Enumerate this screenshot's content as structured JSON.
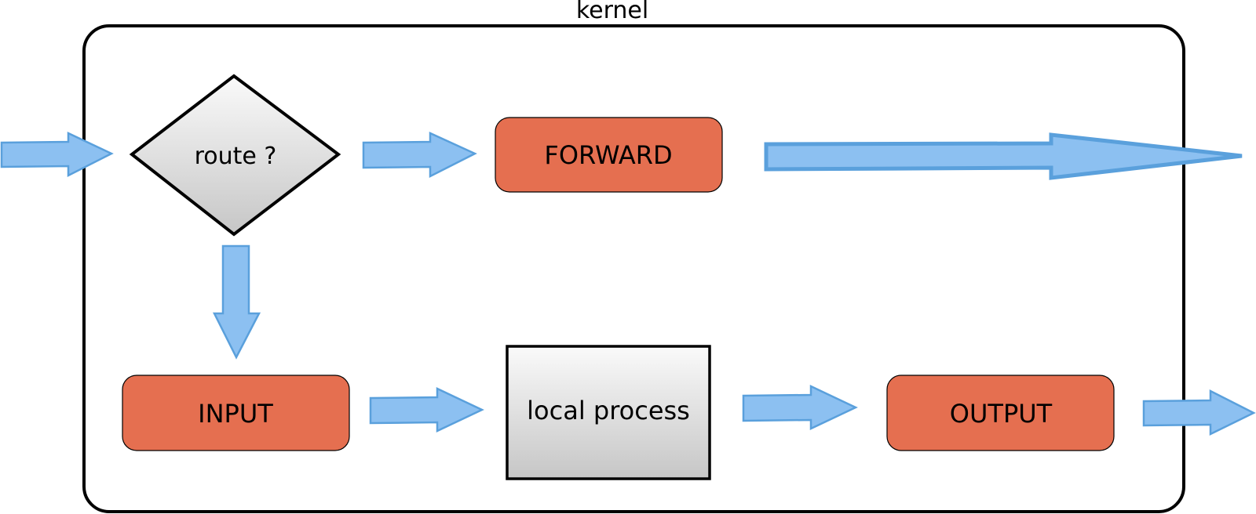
{
  "diagram": {
    "container_label": "kernel",
    "nodes": {
      "route": "route ?",
      "forward": "FORWARD",
      "input": "INPUT",
      "local_process": "local process",
      "output": "OUTPUT"
    },
    "edges": [
      {
        "from": "outside",
        "to": "route"
      },
      {
        "from": "route",
        "to": "forward"
      },
      {
        "from": "forward",
        "to": "outside"
      },
      {
        "from": "route",
        "to": "input"
      },
      {
        "from": "input",
        "to": "local_process"
      },
      {
        "from": "local_process",
        "to": "output"
      },
      {
        "from": "output",
        "to": "outside"
      }
    ],
    "colors": {
      "chain_box": "#e56f50",
      "arrow_fill": "#8cc0f1",
      "arrow_stroke": "#5aa0dc"
    }
  }
}
